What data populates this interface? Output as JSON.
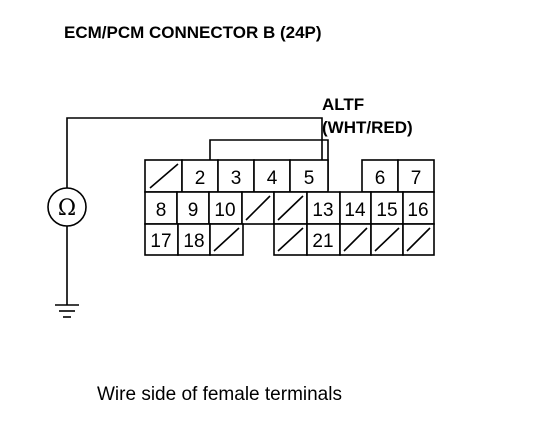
{
  "title": "ECM/PCM CONNECTOR B (24P)",
  "wire_label": {
    "line1": "ALTF",
    "line2": "(WHT/RED)"
  },
  "meter_symbol": "Ω",
  "caption": "Wire side of female terminals",
  "connector": {
    "rows": [
      [
        "blank",
        "2",
        "3",
        "4",
        "5",
        "gap",
        "6",
        "7"
      ],
      [
        "8",
        "9",
        "10",
        "blank",
        "blank",
        "13",
        "14",
        "15",
        "16"
      ],
      [
        "17",
        "18",
        "blank",
        "gap",
        "blank",
        "21",
        "blank",
        "blank",
        "blank"
      ]
    ]
  }
}
